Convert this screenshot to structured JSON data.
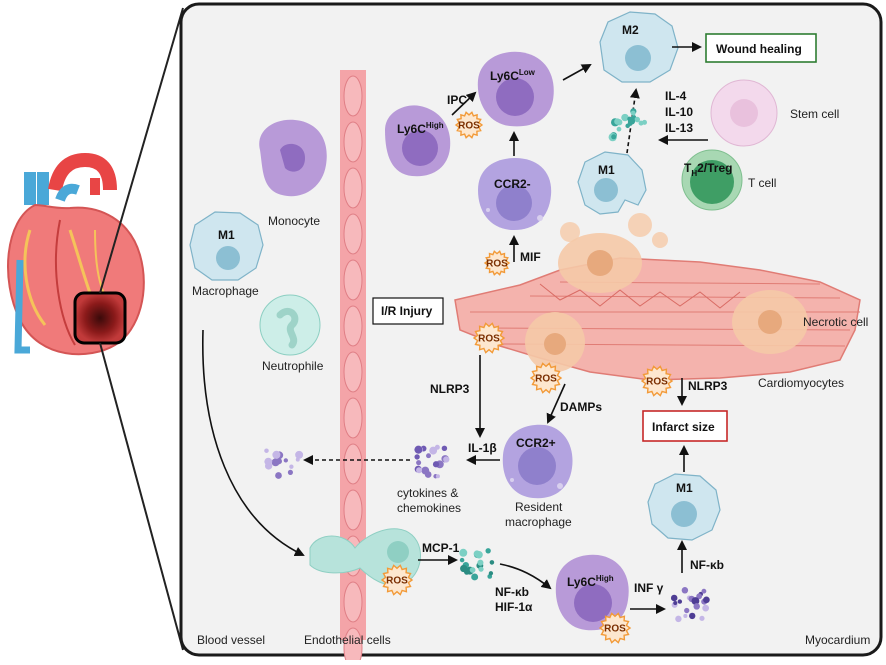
{
  "colors": {
    "panel_border": "#1a1a1a",
    "vessel": "#f4a4a8",
    "vessel_cell": "#f7b9bc",
    "monocyte": "#b89ad8",
    "monocyte_nucleus": "#8f6cc0",
    "macrophage": "#cfe6ef",
    "macrophage_nucleus": "#8cbfd3",
    "neutrophil": "#cdeee8",
    "neutrophil_nucleus": "#9ed3c8",
    "endothelial": "#b7e3db",
    "stem_cell": "#f3d9ec",
    "t_cell": "#a8d8b3",
    "t_cell_nucleus": "#3f9e65",
    "ros_fill": "#fde7cf",
    "ros_stroke": "#f29a38",
    "wound_box": "#2e7d32",
    "infarct_box": "#c62828",
    "necrotic": "#f5c9a7",
    "myocyte": "#f4b3ad",
    "chemokine_teal": "#39a59a",
    "cytokine_purple": "#8b76c3"
  },
  "labels": {
    "monocyte": "Monocyte",
    "m1_left": "M1",
    "macrophage": "Macrophage",
    "neutrophile": "Neutrophile",
    "ir_injury": "I/R Injury",
    "ly6c_high_top": "Ly6C",
    "ly6c_high_top_sup": "High",
    "ly6c_low": "Ly6C",
    "ly6c_low_sup": "Low",
    "ipc": "IPC",
    "ccr2_minus": "CCR2-",
    "mif": "MIF",
    "m2": "M2",
    "wound_healing": "Wound healing",
    "il4": "IL-4",
    "il10": "IL-10",
    "il13": "IL-13",
    "stem_cell": "Stem cell",
    "th2_treg_main": "T",
    "th2_treg_sub": "H",
    "th2_treg_rest": "2/Treg",
    "t_cell": "T cell",
    "m1_mid": "M1",
    "necrotic_cell": "Necrotic cell",
    "cardiomyocytes": "Cardiomyocytes",
    "nlrp3_left": "NLRP3",
    "nlrp3_right": "NLRP3",
    "damps": "DAMPs",
    "il1b": "IL-1β",
    "ccr2_plus": "CCR2+",
    "resident_macrophage_1": "Resident",
    "resident_macrophage_2": "macrophage",
    "cytokines_1": "cytokines &",
    "cytokines_2": "chemokines",
    "infarct_size": "Infarct size",
    "m1_bottom": "M1",
    "nfkb_right": "NF-κb",
    "mcp1": "MCP-1",
    "nfkb_bottom": "NF-κb",
    "hif1a": "HIF-1α",
    "ly6c_high_bottom": "Ly6C",
    "ly6c_high_bottom_sup": "High",
    "inf_gamma": "INF γ",
    "ros": "ROS",
    "blood_vessel": "Blood vessel",
    "endothelial_cells": "Endothelial cells",
    "myocardium": "Myocardium"
  }
}
